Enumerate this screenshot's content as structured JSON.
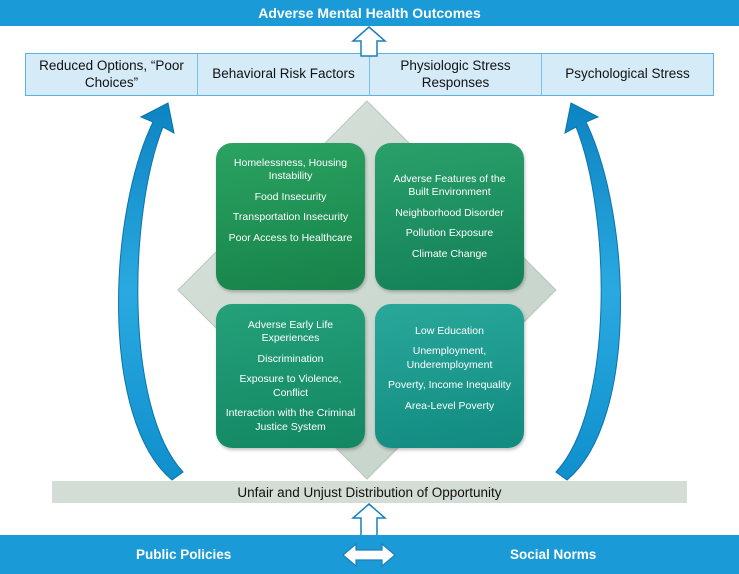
{
  "header": {
    "title": "Adverse Mental Health Outcomes"
  },
  "factors": [
    "Reduced Options, “Poor Choices”",
    "Behavioral Risk Factors",
    "Physiologic Stress Responses",
    "Psychological Stress"
  ],
  "quadrants": {
    "top_left": [
      "Homelessness, Housing Instability",
      "Food Insecurity",
      "Transportation Insecurity",
      "Poor Access to Healthcare"
    ],
    "top_right": [
      "Adverse Features of the Built Environment",
      "Neighborhood Disorder",
      "Pollution Exposure",
      "Climate Change"
    ],
    "bottom_left": [
      "Adverse Early Life Experiences",
      "Discrimination",
      "Exposure to Violence, Conflict",
      "Interaction with the Criminal Justice System"
    ],
    "bottom_right": [
      "Low Education",
      "Unemployment, Underemployment",
      "Poverty, Income Inequality",
      "Area-Level Poverty"
    ]
  },
  "opportunity": {
    "label": "Unfair and Unjust Distribution of Opportunity"
  },
  "footer": {
    "left_label": "Public Policies",
    "right_label": "Social Norms"
  },
  "colors": {
    "accent_blue": "#1a9bd7",
    "light_blue": "#d6ebf8",
    "diamond_gray": "#cfdbd3",
    "green_dark": "#17824a",
    "teal": "#118a80"
  }
}
